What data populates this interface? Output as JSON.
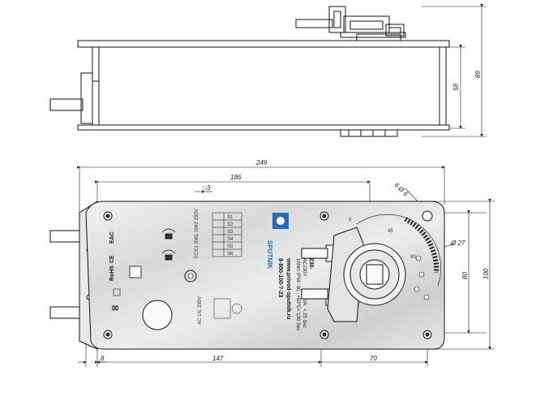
{
  "dimensions": {
    "side_height_outer": "89",
    "side_height_inner": "58",
    "overall_length": "249",
    "mount_length": "186",
    "hole_diameter": "6 Ø 6",
    "shaft_diameter": "Ø 27",
    "width_inner": "80",
    "width_outer": "100",
    "left_offset": "8",
    "left_to_shaft": "147",
    "shaft_to_right": "70",
    "square_size": "□3"
  },
  "plate": {
    "brand": "SPUTNIK",
    "model": "AS230-",
    "model_tail": "S",
    "spec_line1": "AC230V",
    "spec_line2": "10Nm IP54 -30...+50°C",
    "spec_line3": "10VA",
    "spec_line4": "< 25 Sec",
    "spec_line5": "< 190 Sec",
    "website": "www.privod-sputnik.ru",
    "phone": "8-800-100-7-23",
    "cert_eac": "EAC",
    "cert_ce": "CE",
    "cert_rohs": "RoHS",
    "switch_label": "ECE1 SW1 SW2 250V",
    "motor_label": "AC 1N, 230V"
  },
  "wiring_rows": [
    "S1",
    "S2",
    "S3",
    "S4",
    "S5",
    "S6"
  ],
  "scale_labels": [
    "0",
    "45",
    "90"
  ]
}
